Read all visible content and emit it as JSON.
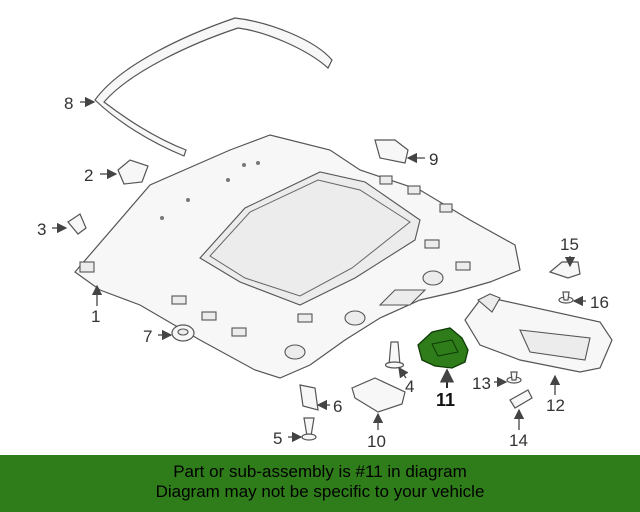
{
  "diagram": {
    "highlight_color": "#2e7d1a",
    "callouts": [
      {
        "id": "1",
        "label": "1"
      },
      {
        "id": "2",
        "label": "2"
      },
      {
        "id": "3",
        "label": "3"
      },
      {
        "id": "4",
        "label": "4"
      },
      {
        "id": "5",
        "label": "5"
      },
      {
        "id": "6",
        "label": "6"
      },
      {
        "id": "7",
        "label": "7"
      },
      {
        "id": "8",
        "label": "8"
      },
      {
        "id": "9",
        "label": "9"
      },
      {
        "id": "10",
        "label": "10"
      },
      {
        "id": "11",
        "label": "11",
        "highlighted": true
      },
      {
        "id": "12",
        "label": "12"
      },
      {
        "id": "13",
        "label": "13"
      },
      {
        "id": "14",
        "label": "14"
      },
      {
        "id": "15",
        "label": "15"
      },
      {
        "id": "16",
        "label": "16"
      }
    ]
  },
  "banner": {
    "line1": "Part or sub-assembly is #11 in diagram",
    "line2": "Diagram may not be specific to your vehicle",
    "background": "#2e7d1a"
  }
}
